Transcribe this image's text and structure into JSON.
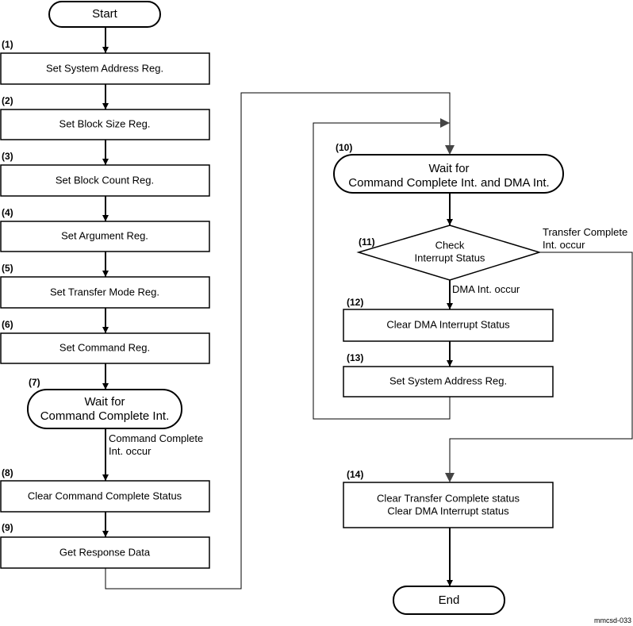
{
  "flowchart": {
    "start": "Start",
    "end": "End",
    "steps": [
      {
        "num": "(1)",
        "label": "Set System Address Reg."
      },
      {
        "num": "(2)",
        "label": "Set Block Size Reg."
      },
      {
        "num": "(3)",
        "label": "Set Block Count Reg."
      },
      {
        "num": "(4)",
        "label": "Set Argument Reg."
      },
      {
        "num": "(5)",
        "label": "Set Transfer Mode Reg."
      },
      {
        "num": "(6)",
        "label": "Set Command Reg."
      },
      {
        "num": "(7)",
        "line1": "Wait for",
        "line2": "Command Complete Int."
      },
      {
        "num": "(8)",
        "label": "Clear Command Complete Status"
      },
      {
        "num": "(9)",
        "label": "Get Response Data"
      },
      {
        "num": "(10)",
        "line1": "Wait for",
        "line2": "Command Complete Int. and DMA Int."
      },
      {
        "num": "(11)",
        "line1": "Check",
        "line2": "Interrupt Status"
      },
      {
        "num": "(12)",
        "label": "Clear DMA Interrupt Status"
      },
      {
        "num": "(13)",
        "label": "Set System Address Reg."
      },
      {
        "num": "(14)",
        "line1": "Clear Transfer Complete status",
        "line2": "Clear DMA Interrupt status"
      }
    ],
    "edge_labels": {
      "cmd_complete_1": "Command Complete",
      "cmd_complete_2": "Int. occur",
      "dma_occur": "DMA Int. occur",
      "transfer_complete_1": "Transfer Complete",
      "transfer_complete_2": "Int. occur"
    },
    "figure_id": "mmcsd-033"
  }
}
